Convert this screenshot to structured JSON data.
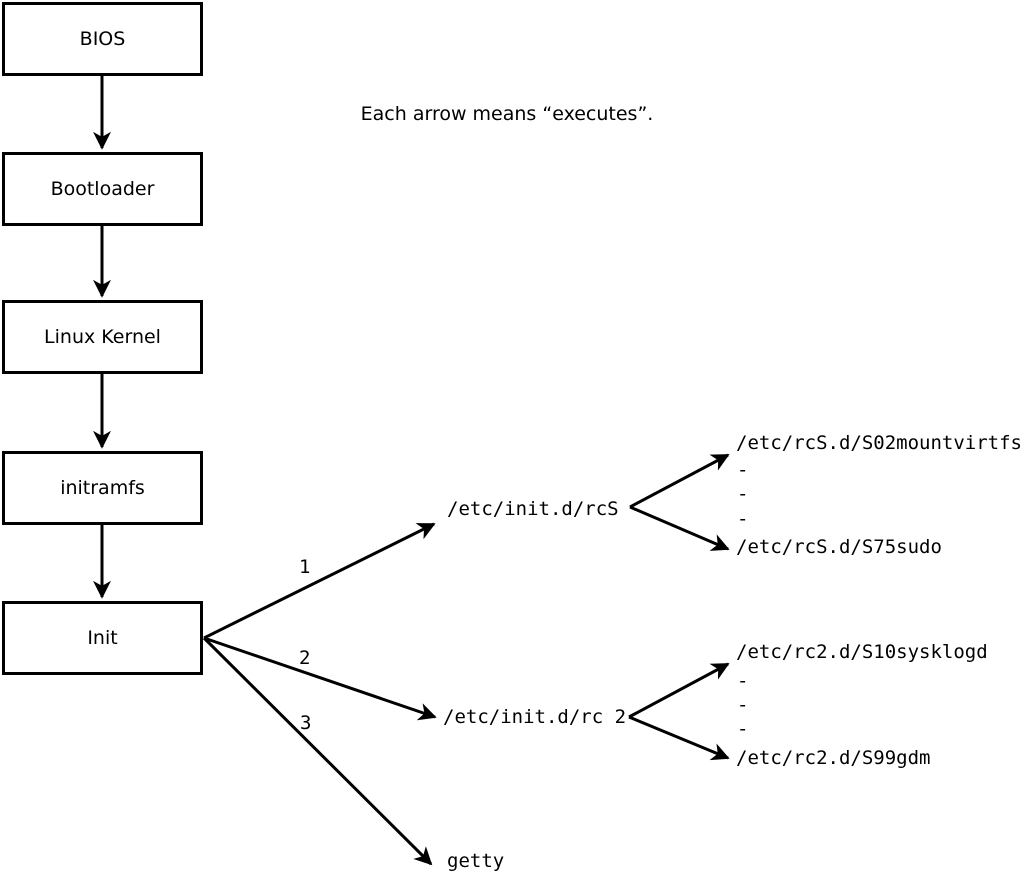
{
  "legend": "Each arrow means “executes”.",
  "boot_chain": [
    {
      "label": "BIOS"
    },
    {
      "label": "Bootloader"
    },
    {
      "label": "Linux Kernel"
    },
    {
      "label": "initramfs"
    },
    {
      "label": "Init"
    }
  ],
  "branch_numbers": [
    "1",
    "2",
    "3"
  ],
  "scripts": {
    "rcs": "/etc/init.d/rcS",
    "rcs_child_first": "/etc/rcS.d/S02mountvirtfs",
    "rcs_ellipsis": [
      "-",
      "-",
      "-"
    ],
    "rcs_child_last": "/etc/rcS.d/S75sudo",
    "rc2": "/etc/init.d/rc 2",
    "rc2_child_first": "/etc/rc2.d/S10sysklogd",
    "rc2_ellipsis": [
      "-",
      "-",
      "-"
    ],
    "rc2_child_last": "/etc/rc2.d/S99gdm",
    "getty": "getty"
  },
  "colors": {
    "ink": "#000000",
    "background": "#ffffff"
  }
}
